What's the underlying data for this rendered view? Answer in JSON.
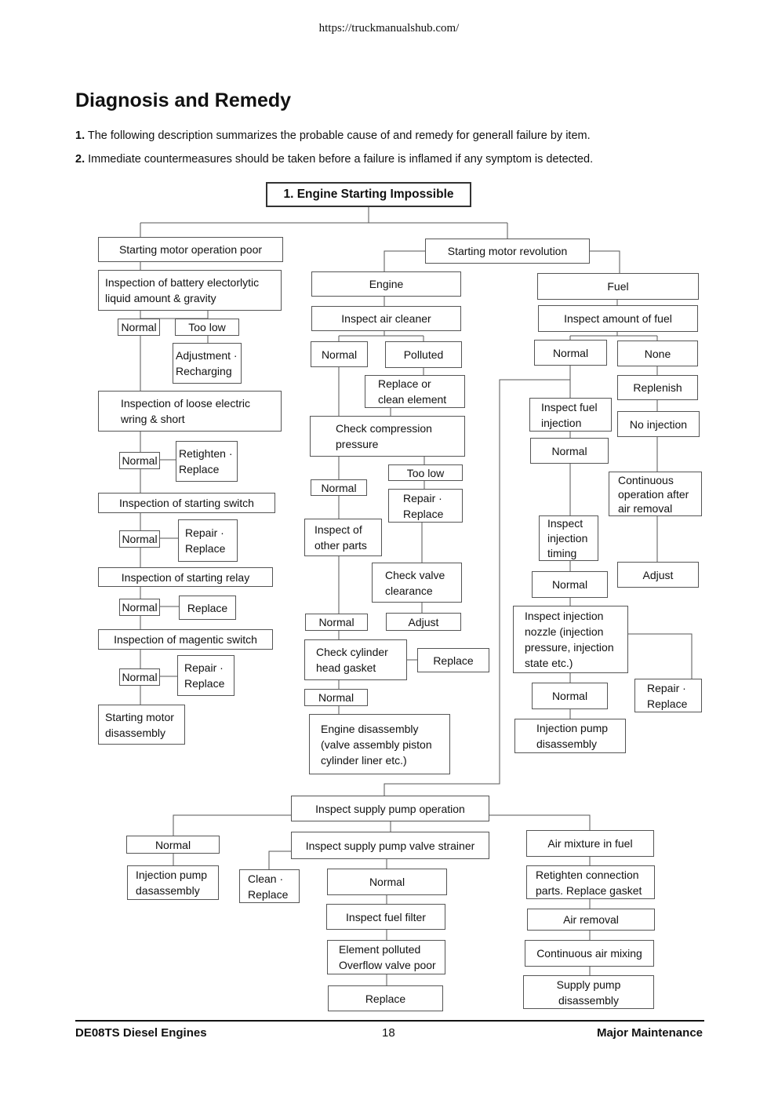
{
  "header": {
    "url": "https://truckmanualshub.com/"
  },
  "title": "Diagnosis and Remedy",
  "notes": [
    {
      "num": "1.",
      "text": "The following description summarizes the probable cause of and remedy for generall failure by item."
    },
    {
      "num": "2.",
      "text": "Immediate countermeasures should be taken before a failure is inflamed if any symptom is detected."
    }
  ],
  "flowchart": {
    "root": "1. Engine Starting Impossible",
    "motor_poor": {
      "head": "Starting motor operation poor",
      "battery": "Inspection of battery electorlytic\nliquid amount & gravity",
      "battery_normal": "Normal",
      "battery_too_low": "Too low",
      "battery_remedy": "Adjustment ·\nRecharging",
      "wiring": "Inspection of loose electric\nwring & short",
      "wiring_normal": "Normal",
      "wiring_remedy": "Retighten ·\nReplace",
      "switch": "Inspection of starting switch",
      "switch_normal": "Normal",
      "switch_remedy": "Repair ·\nReplace",
      "relay": "Inspection of starting relay",
      "relay_normal": "Normal",
      "relay_remedy": "Replace",
      "magnetic": "Inspection of magentic switch",
      "magnetic_normal": "Normal",
      "magnetic_remedy": "Repair ·\nReplace",
      "disassembly": "Starting motor\ndisassembly"
    },
    "revolution": {
      "head": "Starting motor revolution",
      "engine": {
        "head": "Engine",
        "air_cleaner": "Inspect air cleaner",
        "air_normal": "Normal",
        "air_polluted": "Polluted",
        "air_remedy": "Replace or\nclean element",
        "compression": "Check compression\npressure",
        "comp_normal": "Normal",
        "comp_too_low": "Too low",
        "comp_remedy": "Repair ·\nReplace",
        "other_parts": "Inspect of\nother parts",
        "valve_clearance": "Check valve\nclearance",
        "other_normal": "Normal",
        "valve_adjust": "Adjust",
        "gasket": "Check cylinder\nhead gasket",
        "gasket_replace": "Replace",
        "gasket_normal": "Normal",
        "disassembly": "Engine disassembly\n(valve assembly piston\ncylinder liner etc.)"
      },
      "fuel": {
        "head": "Fuel",
        "amount": "Inspect amount of fuel",
        "amount_normal": "Normal",
        "amount_none": "None",
        "replenish": "Replenish",
        "injection": "Inspect fuel\ninjection",
        "no_injection": "No injection",
        "injection_normal": "Normal",
        "continuous": "Continuous\noperation after\nair removal",
        "timing": "Inspect\ninjection\ntiming",
        "adjust": "Adjust",
        "timing_normal": "Normal",
        "nozzle": "Inspect injection\nnozzle (injection\npressure, injection\nstate etc.)",
        "nozzle_remedy": "Repair ·\nReplace",
        "nozzle_normal": "Normal",
        "pump_disassembly": "Injection pump\ndisassembly"
      }
    },
    "supply_pump": {
      "head": "Inspect supply pump operation",
      "normal": "Normal",
      "injection_disassembly": "Injection pump\ndasassembly",
      "strainer": "Inspect supply pump valve strainer",
      "strainer_remedy": "Clean ·\nReplace",
      "strainer_normal": "Normal",
      "filter": "Inspect fuel filter",
      "filter_result": "Element polluted\nOverflow valve poor",
      "filter_replace": "Replace",
      "air_mixture": "Air mixture in fuel",
      "retighten": "Retighten connection\nparts. Replace gasket",
      "air_removal": "Air removal",
      "continuous_air": "Continuous air mixing",
      "pump_disassembly": "Supply pump\ndisassembly"
    }
  },
  "footer": {
    "left": "DE08TS Diesel Engines",
    "page": "18",
    "right": "Major Maintenance"
  }
}
